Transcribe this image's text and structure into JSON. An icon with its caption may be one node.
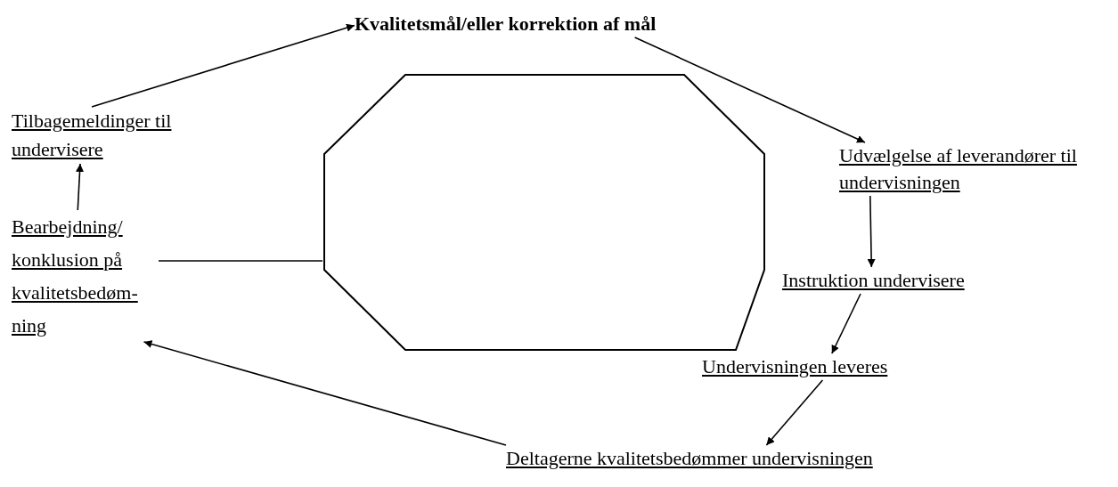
{
  "diagram": {
    "nodes": [
      {
        "text": [
          "Kvalitetsmål/eller korrektion af mål"
        ]
      },
      {
        "text": [
          "Udvælgelse af leverandører til undervisningen"
        ]
      },
      {
        "text": [
          "Instruktion undervisere"
        ]
      },
      {
        "text": [
          "Undervisningen leveres"
        ]
      },
      {
        "text": [
          "Deltagerne kvalitetsbedømmer undervisningen"
        ]
      },
      {
        "text": [
          "Bearbejdning/ konklusion på kvalitetsbedøm- ning"
        ]
      },
      {
        "text": [
          "Tilbagemeldinger til undervisere"
        ]
      },
      {
        "text": [],
        "shape": "octagon"
      }
    ],
    "edges": [
      {
        "from": 0,
        "to": 1,
        "arrow": "to"
      },
      {
        "from": 1,
        "to": 2,
        "arrow": "to"
      },
      {
        "from": 2,
        "to": 3,
        "arrow": "to"
      },
      {
        "from": 3,
        "to": 4,
        "arrow": "to"
      },
      {
        "from": 4,
        "to": 5,
        "arrow": "to"
      },
      {
        "from": 5,
        "to": 6,
        "arrow": "to"
      },
      {
        "from": 6,
        "to": 0,
        "arrow": "to"
      },
      {
        "from": 5,
        "to": 7,
        "arrow": "none"
      }
    ]
  }
}
